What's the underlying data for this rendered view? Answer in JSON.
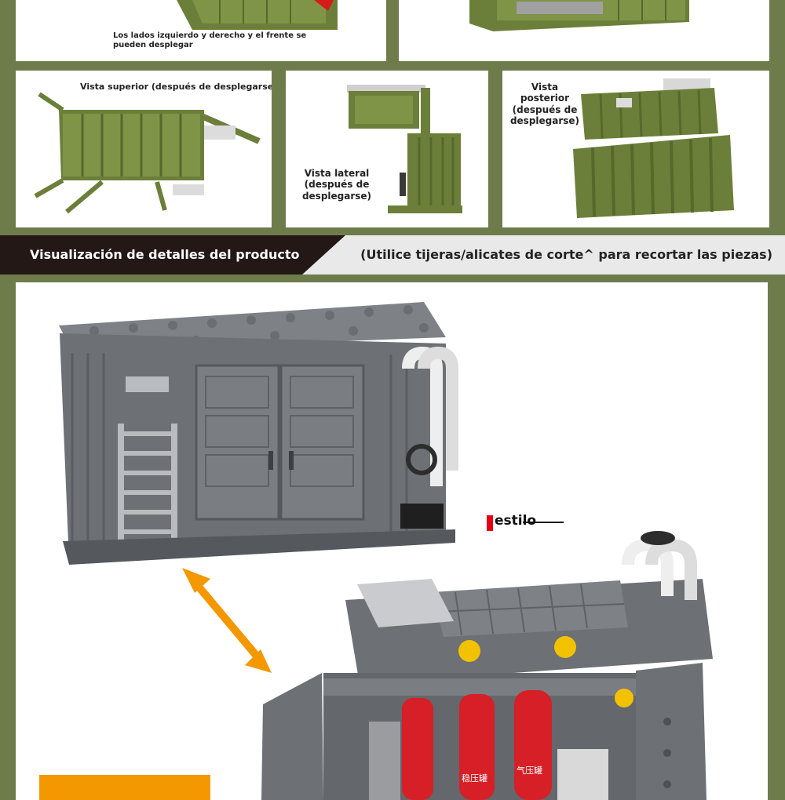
{
  "top_panels": {
    "left_caption": "Los lados izquierdo y derecho y el frente se pueden desplegar"
  },
  "views": {
    "top": "Vista superior (después de desplegarse)",
    "side": [
      "Vista lateral",
      "(después de",
      "desplegarse)"
    ],
    "rear": [
      "Vista",
      "posterior",
      "(después de",
      "desplegarse)"
    ]
  },
  "banner": {
    "left": "Visualización de detalles del producto",
    "right": "(Utilice tijeras/alicates de corte^ para recortar las piezas)"
  },
  "detail": {
    "style_label": "estilo",
    "tank_labels": [
      "稳压罐",
      "气压罐"
    ]
  },
  "colors": {
    "army_green": "#6e7c4c",
    "gray_brick": "#6d7075",
    "red": "#d61f26",
    "orange": "#f39800"
  }
}
